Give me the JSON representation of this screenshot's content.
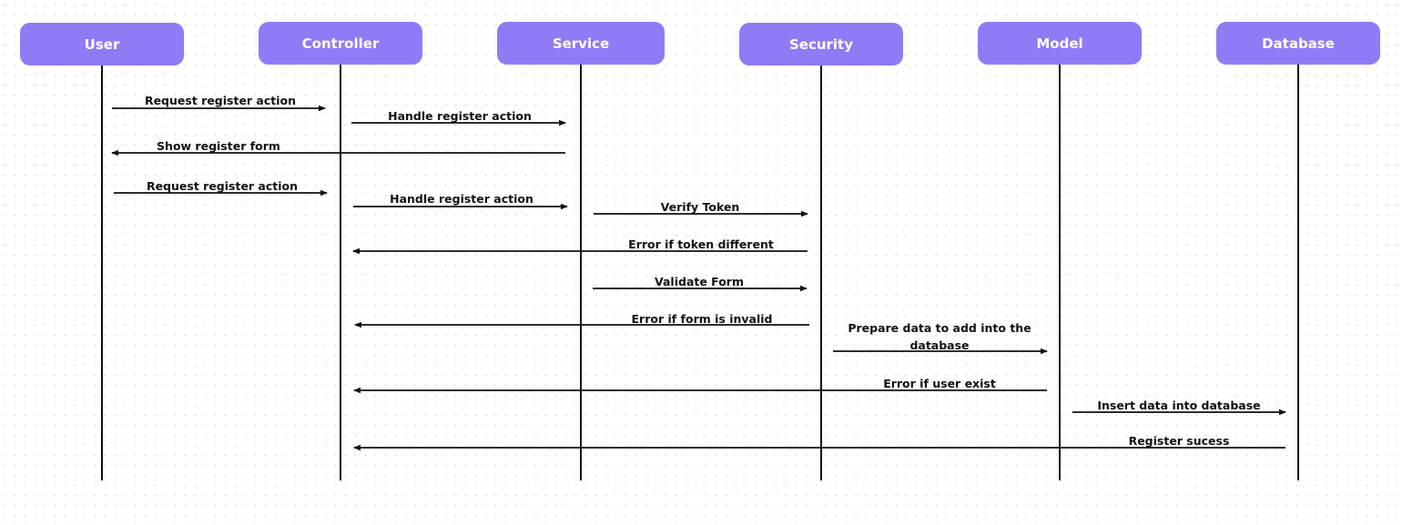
{
  "diagram_type": "sequence diagram",
  "colors": {
    "actor_fill": "#8f7bf6",
    "actor_text": "#ffffff",
    "line": "#111111",
    "background_dots": "#e3e3e3"
  },
  "actors": [
    {
      "id": "user",
      "label": "User"
    },
    {
      "id": "controller",
      "label": "Controller"
    },
    {
      "id": "service",
      "label": "Service"
    },
    {
      "id": "security",
      "label": "Security"
    },
    {
      "id": "model",
      "label": "Model"
    },
    {
      "id": "database",
      "label": "Database"
    }
  ],
  "messages": [
    {
      "from": "user",
      "to": "controller",
      "label": "Request register action"
    },
    {
      "from": "controller",
      "to": "service",
      "label": "Handle register action"
    },
    {
      "from": "service",
      "to": "user",
      "label": "Show register form"
    },
    {
      "from": "user",
      "to": "controller",
      "label": "Request register action"
    },
    {
      "from": "controller",
      "to": "service",
      "label": "Handle register action"
    },
    {
      "from": "service",
      "to": "security",
      "label": "Verify Token"
    },
    {
      "from": "security",
      "to": "controller",
      "label": "Error if token different"
    },
    {
      "from": "service",
      "to": "security",
      "label": "Validate Form"
    },
    {
      "from": "security",
      "to": "controller",
      "label": "Error if form is invalid"
    },
    {
      "from": "security",
      "to": "model",
      "label": [
        "Prepare data to add into the",
        "database"
      ]
    },
    {
      "from": "model",
      "to": "controller",
      "label": "Error if user exist"
    },
    {
      "from": "model",
      "to": "database",
      "label": "Insert data into database"
    },
    {
      "from": "database",
      "to": "controller",
      "label": "Register sucess"
    }
  ]
}
